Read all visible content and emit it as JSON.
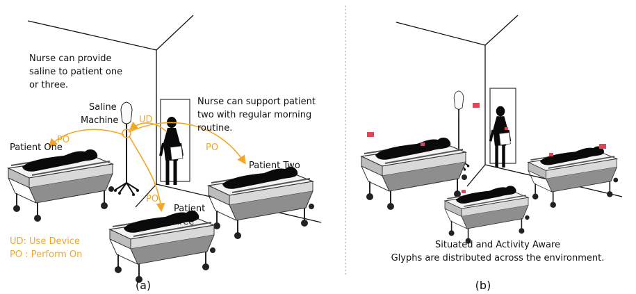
{
  "colors": {
    "accent": "#f5a623",
    "glyph": "#e0455a",
    "ink": "#111111"
  },
  "panel_a": {
    "note_saline": [
      "Nurse can provide",
      "saline to patient one",
      "or three."
    ],
    "note_support": [
      "Nurse can support patient",
      "two with regular morning",
      "routine."
    ],
    "saline_machine": [
      "Saline",
      "Machine"
    ],
    "patient_one": "Patient One",
    "patient_two": "Patient Two",
    "patient_three": [
      "Patient",
      "Three"
    ],
    "edge_ud": "UD",
    "edge_po_left": "PO",
    "edge_po_right": "PO",
    "edge_po_down": "PO",
    "legend": [
      "UD: Use Device",
      "PO : Perform On"
    ],
    "caption": "(a)"
  },
  "panel_b": {
    "description": [
      "Situated and Activity Aware",
      "Glyphs are distributed across the environment."
    ],
    "caption": "(b)"
  }
}
